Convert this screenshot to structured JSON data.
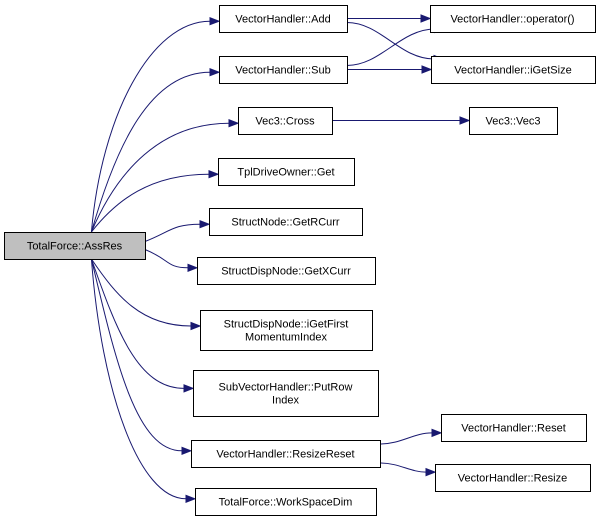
{
  "diagram": {
    "root": {
      "id": "root",
      "lines": [
        "TotalForce::AssRes"
      ]
    },
    "nodes": [
      {
        "id": "vh_add",
        "lines": [
          "VectorHandler::Add"
        ]
      },
      {
        "id": "vh_sub",
        "lines": [
          "VectorHandler::Sub"
        ]
      },
      {
        "id": "vec3_cross",
        "lines": [
          "Vec3::Cross"
        ]
      },
      {
        "id": "tpl_get",
        "lines": [
          "TplDriveOwner::Get"
        ]
      },
      {
        "id": "sn_getrcurr",
        "lines": [
          "StructNode::GetRCurr"
        ]
      },
      {
        "id": "sdn_getxcurr",
        "lines": [
          "StructDispNode::GetXCurr"
        ]
      },
      {
        "id": "sdn_igetfirst",
        "lines": [
          "StructDispNode::iGetFirst",
          "MomentumIndex"
        ]
      },
      {
        "id": "svh_putrow",
        "lines": [
          "SubVectorHandler::PutRow",
          "Index"
        ]
      },
      {
        "id": "vh_resizereset",
        "lines": [
          "VectorHandler::ResizeReset"
        ]
      },
      {
        "id": "tf_wsdim",
        "lines": [
          "TotalForce::WorkSpaceDim"
        ]
      },
      {
        "id": "vh_operator",
        "lines": [
          "VectorHandler::operator()"
        ]
      },
      {
        "id": "vh_igetsize",
        "lines": [
          "VectorHandler::iGetSize"
        ]
      },
      {
        "id": "vec3_vec3",
        "lines": [
          "Vec3::Vec3"
        ]
      },
      {
        "id": "vh_reset",
        "lines": [
          "VectorHandler::Reset"
        ]
      },
      {
        "id": "vh_resize",
        "lines": [
          "VectorHandler::Resize"
        ]
      }
    ],
    "edges": [
      {
        "from": "root",
        "to": "vh_add"
      },
      {
        "from": "root",
        "to": "vh_sub"
      },
      {
        "from": "root",
        "to": "vec3_cross"
      },
      {
        "from": "root",
        "to": "tpl_get"
      },
      {
        "from": "root",
        "to": "sn_getrcurr"
      },
      {
        "from": "root",
        "to": "sdn_getxcurr"
      },
      {
        "from": "root",
        "to": "sdn_igetfirst"
      },
      {
        "from": "root",
        "to": "svh_putrow"
      },
      {
        "from": "root",
        "to": "vh_resizereset"
      },
      {
        "from": "root",
        "to": "tf_wsdim"
      },
      {
        "from": "vh_add",
        "to": "vh_operator"
      },
      {
        "from": "vh_add",
        "to": "vh_igetsize"
      },
      {
        "from": "vh_sub",
        "to": "vh_operator"
      },
      {
        "from": "vh_sub",
        "to": "vh_igetsize"
      },
      {
        "from": "vec3_cross",
        "to": "vec3_vec3"
      },
      {
        "from": "vh_resizereset",
        "to": "vh_reset"
      },
      {
        "from": "vh_resizereset",
        "to": "vh_resize"
      }
    ],
    "colors": {
      "edge": "#191970",
      "root_fill": "#bfbfbf",
      "node_fill": "#ffffff",
      "border": "#000000"
    }
  }
}
